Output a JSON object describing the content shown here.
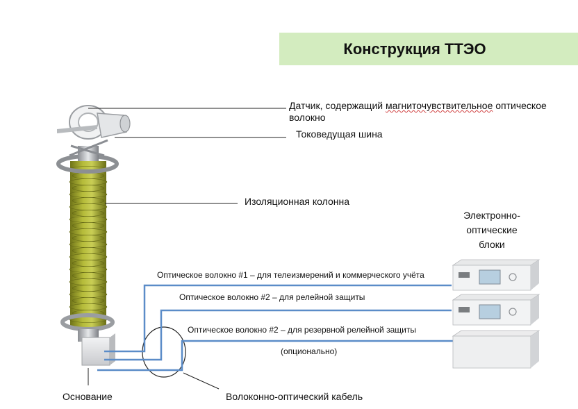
{
  "title": "Конструкция ТТЭО",
  "labels": {
    "sensor_part1": "Датчик, содержащий ",
    "sensor_part2": "магниточувствительное",
    "sensor_part3": " оптическое",
    "sensor_line2": "волокно",
    "busbar": "Токоведущая шина",
    "column": "Изоляционная колонна",
    "base": "Основание",
    "cable": "Волоконно-оптический кабель",
    "units_line1": "Электронно-",
    "units_line2": "оптические",
    "units_line3": "блоки",
    "fiber1": "Оптическое волокно #1 – для телеизмерений и коммерческого учёта",
    "fiber2": "Оптическое волокно #2 – для релейной защиты",
    "fiber3": "Оптическое волокно #2 – для резервной релейной защиты",
    "optional": "(опционально)"
  },
  "colors": {
    "title_bg": "#d3ecbf",
    "insulator": "#a6ac2c",
    "fiber_line": "#5b8cc8"
  }
}
